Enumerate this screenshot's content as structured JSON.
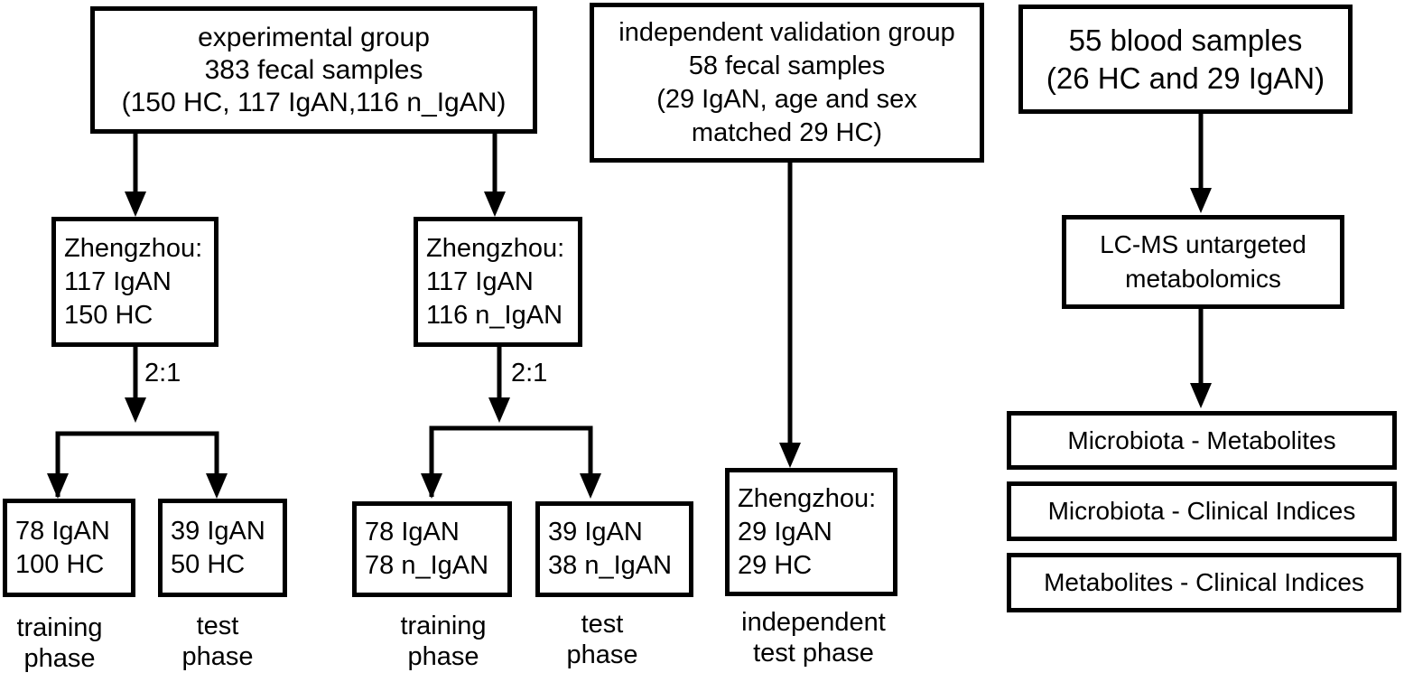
{
  "experimental": {
    "line1": "experimental group",
    "line2": "383 fecal samples",
    "line3": "(150 HC, 117 IgAN,116 n_IgAN)"
  },
  "validation": {
    "line1": "independent validation group",
    "line2": "58 fecal samples",
    "line3": "(29 IgAN, age and sex",
    "line4": "matched 29 HC)"
  },
  "blood": {
    "line1": "55 blood samples",
    "line2": "(26 HC and 29 IgAN)"
  },
  "zhengzhou_a": {
    "line1": "Zhengzhou:",
    "line2": "117 IgAN",
    "line3": "150 HC"
  },
  "zhengzhou_b": {
    "line1": "Zhengzhou:",
    "line2": "117 IgAN",
    "line3": "116 n_IgAN"
  },
  "zhengzhou_c": {
    "line1": "Zhengzhou:",
    "line2": "29 IgAN",
    "line3": "29 HC"
  },
  "ratio_a": "2:1",
  "ratio_b": "2:1",
  "train_a": {
    "line1": "78  IgAN",
    "line2": "100  HC"
  },
  "test_a": {
    "line1": "39 IgAN",
    "line2": "50 HC"
  },
  "train_b": {
    "line1": "78 IgAN",
    "line2": "78 n_IgAN"
  },
  "test_b": {
    "line1": "39 IgAN",
    "line2": "38 n_IgAN"
  },
  "phase_labels": {
    "train_a": {
      "line1": "training",
      "line2": "phase"
    },
    "test_a": {
      "line1": "test",
      "line2": "phase"
    },
    "train_b": {
      "line1": "training",
      "line2": "phase"
    },
    "test_b": {
      "line1": "test",
      "line2": "phase"
    },
    "independent": {
      "line1": "independent",
      "line2": "test phase"
    }
  },
  "lcms": {
    "line1": "LC-MS untargeted",
    "line2": "metabolomics"
  },
  "correlations": {
    "item1": "Microbiota - Metabolites",
    "item2": "Microbiota - Clinical Indices",
    "item3": "Metabolites - Clinical Indices"
  }
}
